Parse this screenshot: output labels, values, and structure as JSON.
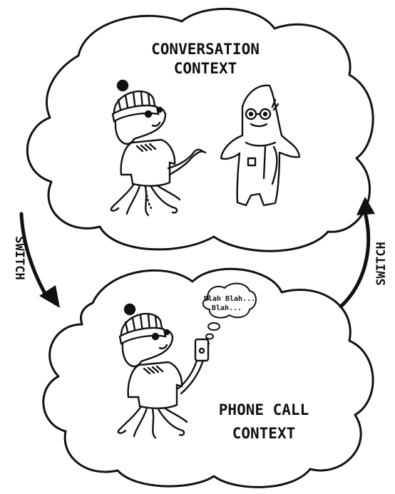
{
  "top_cloud": {
    "line1": "CONVERSATION",
    "line2": "CONTEXT"
  },
  "bottom_cloud": {
    "line1": "PHONE CALL",
    "line2": "CONTEXT"
  },
  "arrows": {
    "left_label": "SWITCH",
    "right_label": "SWITCH"
  },
  "speech": {
    "line1": "Blah Blah...",
    "line2": "Blah..."
  },
  "colors": {
    "ink": "#111111",
    "paper": "#ffffff"
  }
}
